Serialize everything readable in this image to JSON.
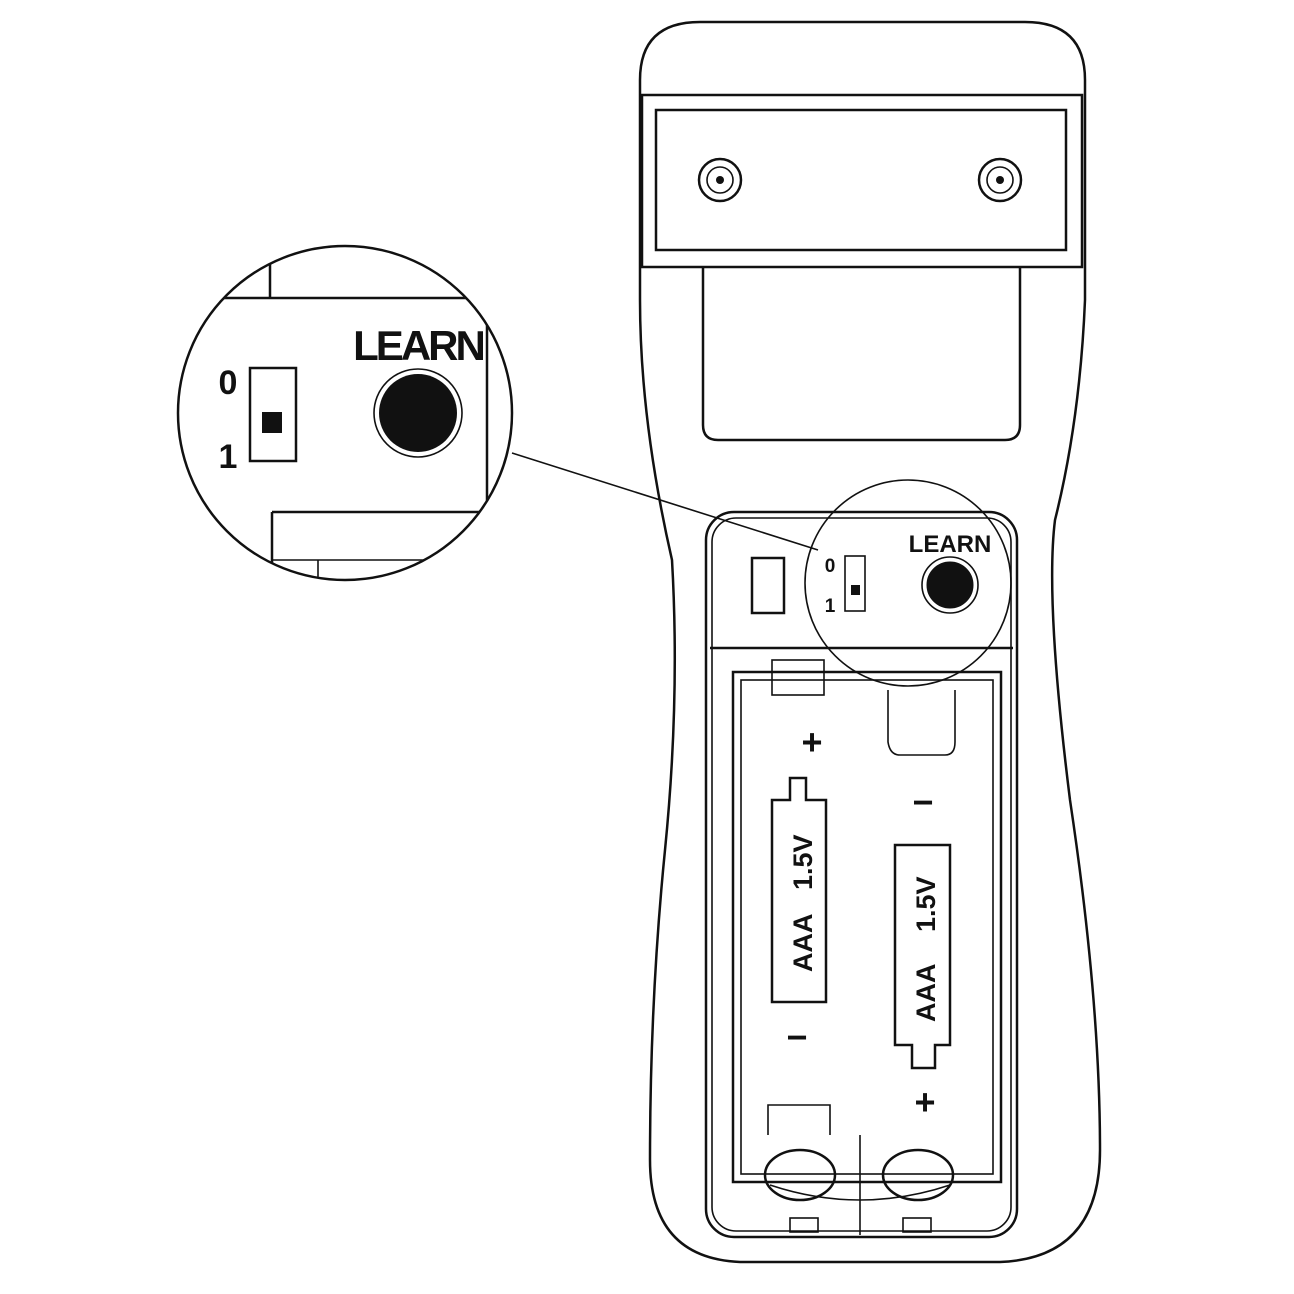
{
  "title": "Remote control battery compartment with LEARN button and 0/1 switch",
  "detail_callout": {
    "learn_label": "LEARN",
    "switch_label_top": "0",
    "switch_label_bottom": "1"
  },
  "compartment": {
    "learn_label": "LEARN",
    "switch_label_top": "0",
    "switch_label_bottom": "1"
  },
  "batteries": [
    {
      "type": "AAA",
      "voltage": "1.5V",
      "top_terminal": "+",
      "bottom_terminal": "−"
    },
    {
      "type": "AAA",
      "voltage": "1.5V",
      "top_terminal": "−",
      "bottom_terminal": "+"
    }
  ]
}
